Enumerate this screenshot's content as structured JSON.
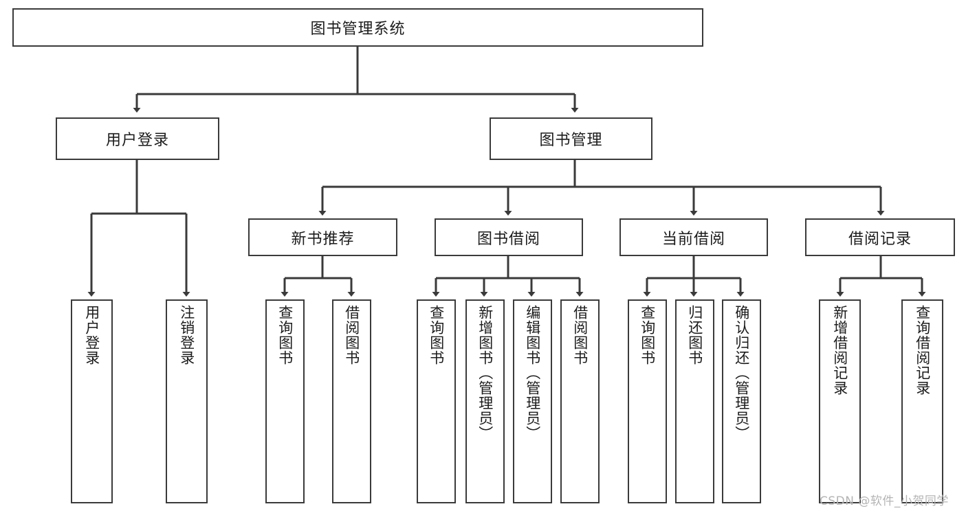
{
  "diagram": {
    "title_node": {
      "label": "图书管理系统"
    },
    "level2": [
      {
        "id": "user-login",
        "label": "用户登录"
      },
      {
        "id": "book-management",
        "label": "图书管理"
      }
    ],
    "level3": [
      {
        "id": "new-book-recommend",
        "label": "新书推荐"
      },
      {
        "id": "book-borrow",
        "label": "图书借阅"
      },
      {
        "id": "current-borrow",
        "label": "当前借阅"
      },
      {
        "id": "borrow-record",
        "label": "借阅记录"
      }
    ],
    "leaves": [
      {
        "id": "leaf-user-login",
        "label": "用户登录"
      },
      {
        "id": "leaf-logout-login",
        "label": "注销登录"
      },
      {
        "id": "leaf-query-book-1",
        "label": "查询图书"
      },
      {
        "id": "leaf-borrow-book-1",
        "label": "借阅图书"
      },
      {
        "id": "leaf-query-book-2",
        "label": "查询图书"
      },
      {
        "id": "leaf-add-book",
        "label": "新增图书（管理员）"
      },
      {
        "id": "leaf-edit-book",
        "label": "编辑图书（管理员）"
      },
      {
        "id": "leaf-borrow-book-2",
        "label": "借阅图书"
      },
      {
        "id": "leaf-query-book-3",
        "label": "查询图书"
      },
      {
        "id": "leaf-return-book",
        "label": "归还图书"
      },
      {
        "id": "leaf-confirm-return",
        "label": "确认归还（管理员）"
      },
      {
        "id": "leaf-add-borrow-record",
        "label": "新增借阅记录"
      },
      {
        "id": "leaf-query-borrow-record",
        "label": "查询借阅记录"
      }
    ]
  },
  "watermark": {
    "text": "CSDN @软件_小贺同学"
  },
  "style": {
    "line_color": "#3a3a3a",
    "text_color": "#1c1c1c",
    "background": "#ffffff",
    "watermark_color": "#b4b4b4"
  }
}
